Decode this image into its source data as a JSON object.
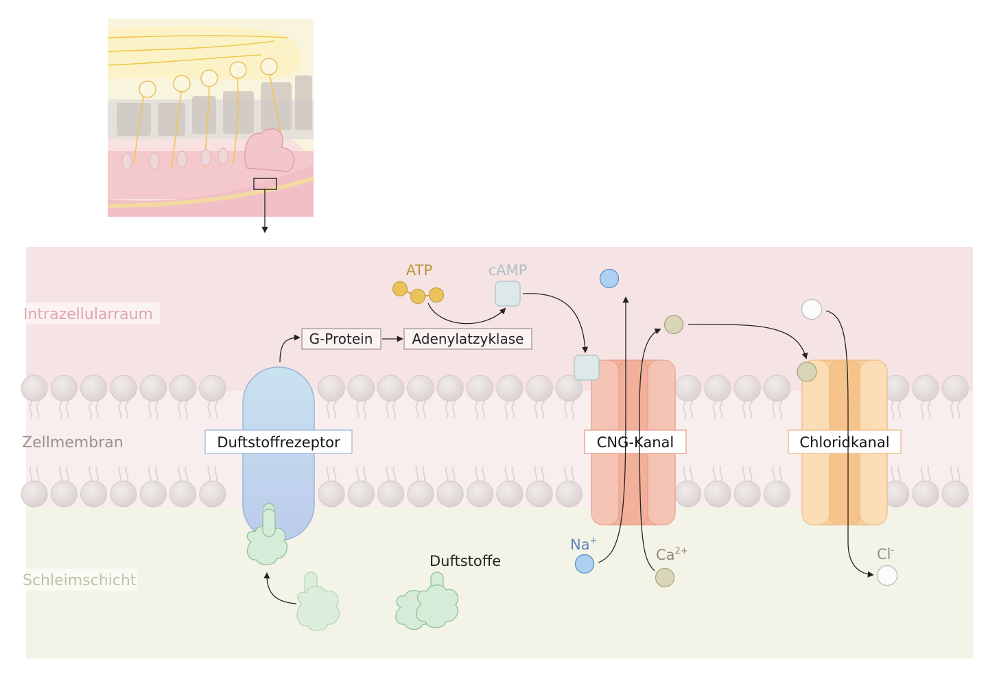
{
  "regions": {
    "intracellular": "Intrazellularraum",
    "membrane": "Zellmembran",
    "mucus": "Schleimschicht"
  },
  "proteins": {
    "receptor": "Duftstoffrezeptor",
    "cng": "CNG-Kanal",
    "chloride": "Chloridkanal"
  },
  "cascade": {
    "g_protein": "G-Protein",
    "adenylyl_cyclase": "Adenylatzyklase",
    "atp": "ATP",
    "camp": "cAMP"
  },
  "odorants": "Duftstoffe",
  "ions": {
    "na": "Na",
    "na_charge": "+",
    "ca": "Ca",
    "ca_charge": "2+",
    "cl": "Cl",
    "cl_charge": "-"
  },
  "colors": {
    "intracellular_bg": "#f5e2e4",
    "mucus_bg": "#f3f3e6",
    "lipid": "#ddd6d4",
    "receptor": "#c4d4ee",
    "cng_channel": "#f4b6a4",
    "chloride_channel": "#f9d4a4",
    "atp": "#e7c35a",
    "camp": "#dde9e9",
    "sodium": "#a9cdf0",
    "calcium": "#d6d3b6",
    "chloride_ion": "#ffffff",
    "odorant": "#d8ecd8"
  }
}
